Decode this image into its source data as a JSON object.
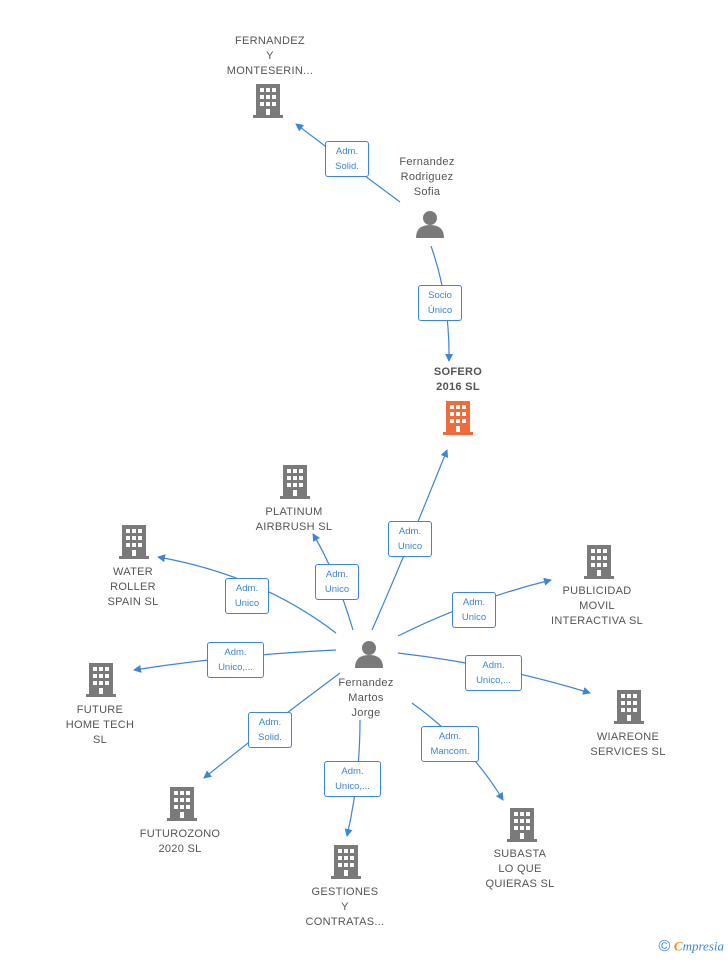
{
  "colors": {
    "edge": "#3d85d6",
    "building": "#7a7a7a",
    "highlight": "#f06a3a",
    "person": "#7a7a7a"
  },
  "nodes": {
    "fernandez_monteserin": {
      "label": "FERNANDEZ\nY\nMONTESERIN...",
      "icon": "building-icon"
    },
    "fernandez_rodriguez": {
      "label": "Fernandez\nRodriguez\nSofia",
      "icon": "person-icon"
    },
    "sofero": {
      "label": "SOFERO\n2016  SL",
      "icon": "building-icon"
    },
    "platinum": {
      "label": "PLATINUM\nAIRBRUSH SL",
      "icon": "building-icon"
    },
    "water_roller": {
      "label": "WATER\nROLLER\nSPAIN SL",
      "icon": "building-icon"
    },
    "publicidad": {
      "label": "PUBLICIDAD\nMOVIL\nINTERACTIVA SL",
      "icon": "building-icon"
    },
    "fernandez_martos": {
      "label": "Fernandez\nMartos\nJorge",
      "icon": "person-icon"
    },
    "future_home": {
      "label": "FUTURE\nHOME TECH\nSL",
      "icon": "building-icon"
    },
    "wiareone": {
      "label": "WIAREONE\nSERVICES  SL",
      "icon": "building-icon"
    },
    "futurozono": {
      "label": "FUTUROZONO\n2020  SL",
      "icon": "building-icon"
    },
    "subasta": {
      "label": "SUBASTA\nLO QUE\nQUIERAS  SL",
      "icon": "building-icon"
    },
    "gestiones": {
      "label": "GESTIONES\nY\nCONTRATAS...",
      "icon": "building-icon"
    }
  },
  "edges": {
    "e1": "Adm.\nSolid.",
    "e2": "Socio\nÚnico",
    "e3": "Adm.\nUnico",
    "e4": "Adm.\nUnico",
    "e5": "Adm.\nUnico",
    "e6": "Adm.\nUnico",
    "e7": "Adm.\nUnico,...",
    "e8": "Adm.\nUnico,...",
    "e9": "Adm.\nSolid.",
    "e10": "Adm.\nMancom.",
    "e11": "Adm.\nUnico,..."
  },
  "footer": {
    "copyright": "©",
    "brand_first": "C",
    "brand_rest": "mpresia"
  }
}
